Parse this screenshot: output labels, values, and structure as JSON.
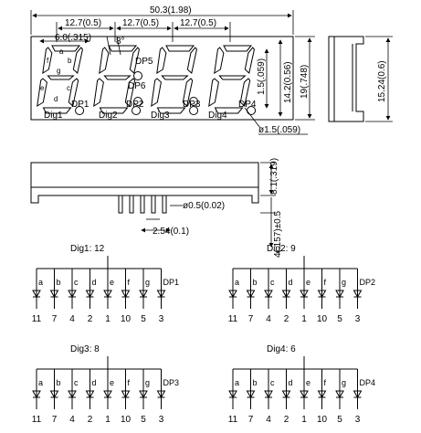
{
  "dimensions": {
    "overall_width": "50.3(1.98)",
    "pitch_1": "12.7(0.5)",
    "pitch_2": "12.7(0.5)",
    "pitch_3": "12.7(0.5)",
    "segment_width": "6.0(.315)",
    "slant": "8°",
    "height_15": "1.5(.059)",
    "height_142": "14.2(0.56)",
    "overall_height": "19(.748)",
    "side_width": "15.24(0.6)",
    "dp_dia": "ø1.5(.059)",
    "body_height": "8.1(.319)",
    "pin_dia": "ø0.5(0.02)",
    "pin_pitch": "2.54(0.1)",
    "pin_length": "4(.157)±0.5"
  },
  "front_labels": {
    "dp5": "DP5",
    "dp6": "DP6",
    "seg_a": "a",
    "seg_b": "b",
    "seg_c": "c",
    "seg_d": "d",
    "seg_e": "e",
    "seg_f": "f",
    "seg_g": "g",
    "digits": [
      {
        "label": "Dig1",
        "dp": "DP1"
      },
      {
        "label": "Dig2",
        "dp": "DP2"
      },
      {
        "label": "Dig3",
        "dp": "DP3"
      },
      {
        "label": "Dig4",
        "dp": "DP4"
      }
    ]
  },
  "circuits": [
    {
      "title": "Dig1:  12",
      "segments": [
        "a",
        "b",
        "c",
        "d",
        "e",
        "f",
        "g",
        "DP1"
      ],
      "pins": [
        "11",
        "7",
        "4",
        "2",
        "1",
        "10",
        "5",
        "3"
      ]
    },
    {
      "title": "Dig2:  9",
      "segments": [
        "a",
        "b",
        "c",
        "d",
        "e",
        "f",
        "g",
        "DP2"
      ],
      "pins": [
        "11",
        "7",
        "4",
        "2",
        "1",
        "10",
        "5",
        "3"
      ]
    },
    {
      "title": "Dig3:  8",
      "segments": [
        "a",
        "b",
        "c",
        "d",
        "e",
        "f",
        "g",
        "DP3"
      ],
      "pins": [
        "11",
        "7",
        "4",
        "2",
        "1",
        "10",
        "5",
        "3"
      ]
    },
    {
      "title": "Dig4:  6",
      "segments": [
        "a",
        "b",
        "c",
        "d",
        "e",
        "f",
        "g",
        "DP4"
      ],
      "pins": [
        "11",
        "7",
        "4",
        "2",
        "1",
        "10",
        "5",
        "3"
      ]
    }
  ]
}
